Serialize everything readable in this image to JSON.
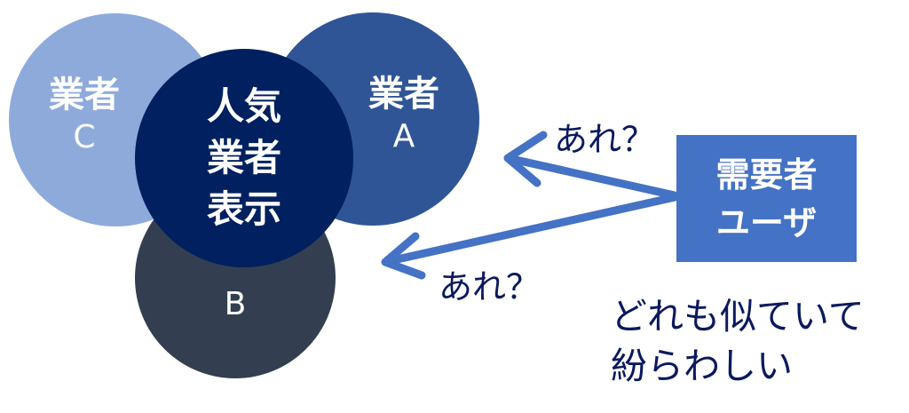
{
  "circles": {
    "c": {
      "line1": "業者",
      "line2": "C",
      "color": "#8eaadb"
    },
    "a": {
      "line1": "業者",
      "line2": "A",
      "color": "#2f5597"
    },
    "b": {
      "label": "B",
      "color": "#333f50"
    },
    "center": {
      "line1": "人気",
      "line2": "業者",
      "line3": "表示",
      "color": "#002060"
    }
  },
  "user_box": {
    "line1": "需要者",
    "line2": "ユーザ",
    "color": "#4472c4"
  },
  "callouts": {
    "upper": "あれ？",
    "lower": "あれ？"
  },
  "note": {
    "line1": "どれも似ていて",
    "line2": "紛らわしい"
  },
  "text_color": "#0b1a5e"
}
